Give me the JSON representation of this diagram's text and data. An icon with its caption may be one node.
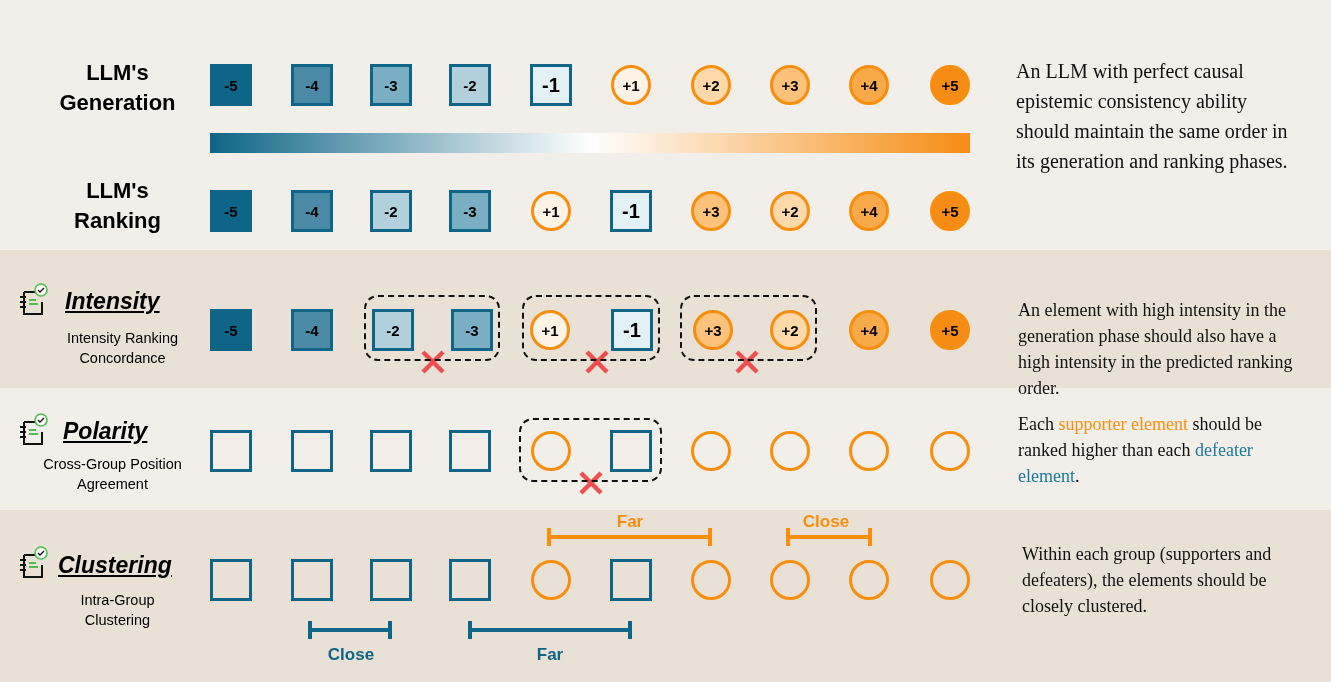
{
  "diagram": {
    "nodes": [
      {
        "text": [
          "-5"
        ]
      },
      {
        "text": [
          "-4"
        ]
      },
      {
        "text": [
          "-3"
        ]
      },
      {
        "text": [
          "-2"
        ]
      },
      {
        "text": [
          "-1"
        ]
      },
      {
        "text": [
          "+1"
        ]
      },
      {
        "text": [
          "+2"
        ]
      },
      {
        "text": [
          "+3"
        ]
      },
      {
        "text": [
          "+4"
        ]
      },
      {
        "text": [
          "+5"
        ]
      },
      {
        "text": [
          "-5"
        ]
      },
      {
        "text": [
          "-4"
        ]
      },
      {
        "text": [
          "-2"
        ]
      },
      {
        "text": [
          "-3"
        ]
      },
      {
        "text": [
          "+1"
        ]
      },
      {
        "text": [
          "-1"
        ]
      },
      {
        "text": [
          "+3"
        ]
      },
      {
        "text": [
          "+2"
        ]
      },
      {
        "text": [
          "+4"
        ]
      },
      {
        "text": [
          "+5"
        ]
      },
      {
        "text": [
          "-5"
        ]
      },
      {
        "text": [
          "-4"
        ]
      },
      {
        "text": [],
        "shape": "box"
      },
      {
        "text": [
          "-2"
        ],
        "in": 22
      },
      {
        "text": [
          "-3"
        ],
        "in": 22
      },
      {
        "text": [],
        "shape": "box"
      },
      {
        "text": [
          "+1"
        ],
        "in": 25
      },
      {
        "text": [
          "-1"
        ],
        "in": 25
      },
      {
        "text": [],
        "shape": "box"
      },
      {
        "text": [
          "+3"
        ],
        "in": 28
      },
      {
        "text": [
          "+2"
        ],
        "in": 28
      },
      {
        "text": [
          "+4"
        ]
      },
      {
        "text": [
          "+5"
        ]
      },
      {
        "text": [],
        "shape": "box"
      },
      {
        "text": [],
        "shape": "box"
      },
      {
        "text": [],
        "shape": "box"
      },
      {
        "text": [],
        "shape": "box"
      },
      {
        "text": [],
        "shape": "box"
      },
      {
        "text": [],
        "shape": "circle",
        "in": 37
      },
      {
        "text": [],
        "shape": "box",
        "in": 37
      },
      {
        "text": [],
        "shape": "circle"
      },
      {
        "text": [],
        "shape": "circle"
      },
      {
        "text": [],
        "shape": "circle"
      },
      {
        "text": [],
        "shape": "circle"
      },
      {
        "text": [],
        "shape": "box"
      },
      {
        "text": [],
        "shape": "box"
      },
      {
        "text": [],
        "shape": "box"
      },
      {
        "text": [],
        "shape": "box"
      },
      {
        "text": [],
        "shape": "circle"
      },
      {
        "text": [],
        "shape": "box"
      },
      {
        "text": [],
        "shape": "circle"
      },
      {
        "text": [],
        "shape": "circle"
      },
      {
        "text": [],
        "shape": "circle"
      },
      {
        "text": [],
        "shape": "circle"
      },
      {
        "text": [],
        "shape": "bar"
      }
    ],
    "labels": [
      "LLM's Generation",
      "An LLM with perfect causal epistemic consistency ability should maintain the same order in its generation and ranking phases.",
      "LLM's Ranking",
      "Intensity",
      "An element with high intensity in the generation phase should also have a high intensity in the predicted ranking order.",
      "Intensity Ranking Concordance",
      "Polarity",
      "Each",
      "supporter element",
      "should be ranked higher than each",
      "defeater element",
      ".",
      "Cross-Group Position Agreement",
      "Far",
      "Close",
      "Clustering",
      "Within each group (supporters and defeaters), the elements should be closely clustered.",
      "Intra-Group Clustering",
      "Close",
      "Far"
    ]
  }
}
